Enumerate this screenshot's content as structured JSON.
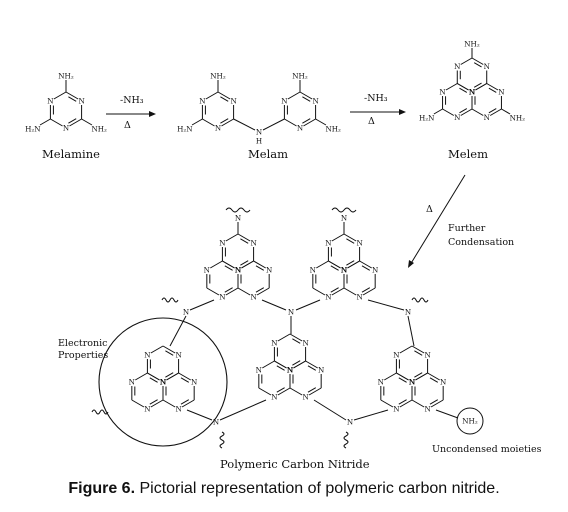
{
  "labels": {
    "melamine": "Melamine",
    "melam": "Melam",
    "melem": "Melem",
    "loss1": "-NH₃",
    "heat1": "Δ",
    "loss2": "-NH₃",
    "heat2": "Δ",
    "heat3": "Δ",
    "further1": "Further",
    "further2": "Condensation",
    "electronic1": "Electronic",
    "electronic2": "Properties",
    "uncondensed": "Uncondensed moieties",
    "polymer": "Polymeric Carbon Nitride",
    "nh2_circle": "NH₂"
  },
  "atoms": {
    "n": "N",
    "nh": "N",
    "h": "H",
    "nh2": "NH₂",
    "h2n": "H₂N"
  },
  "caption": {
    "label": "Figure 6.",
    "text": " Pictorial representation of polymeric carbon nitride."
  }
}
